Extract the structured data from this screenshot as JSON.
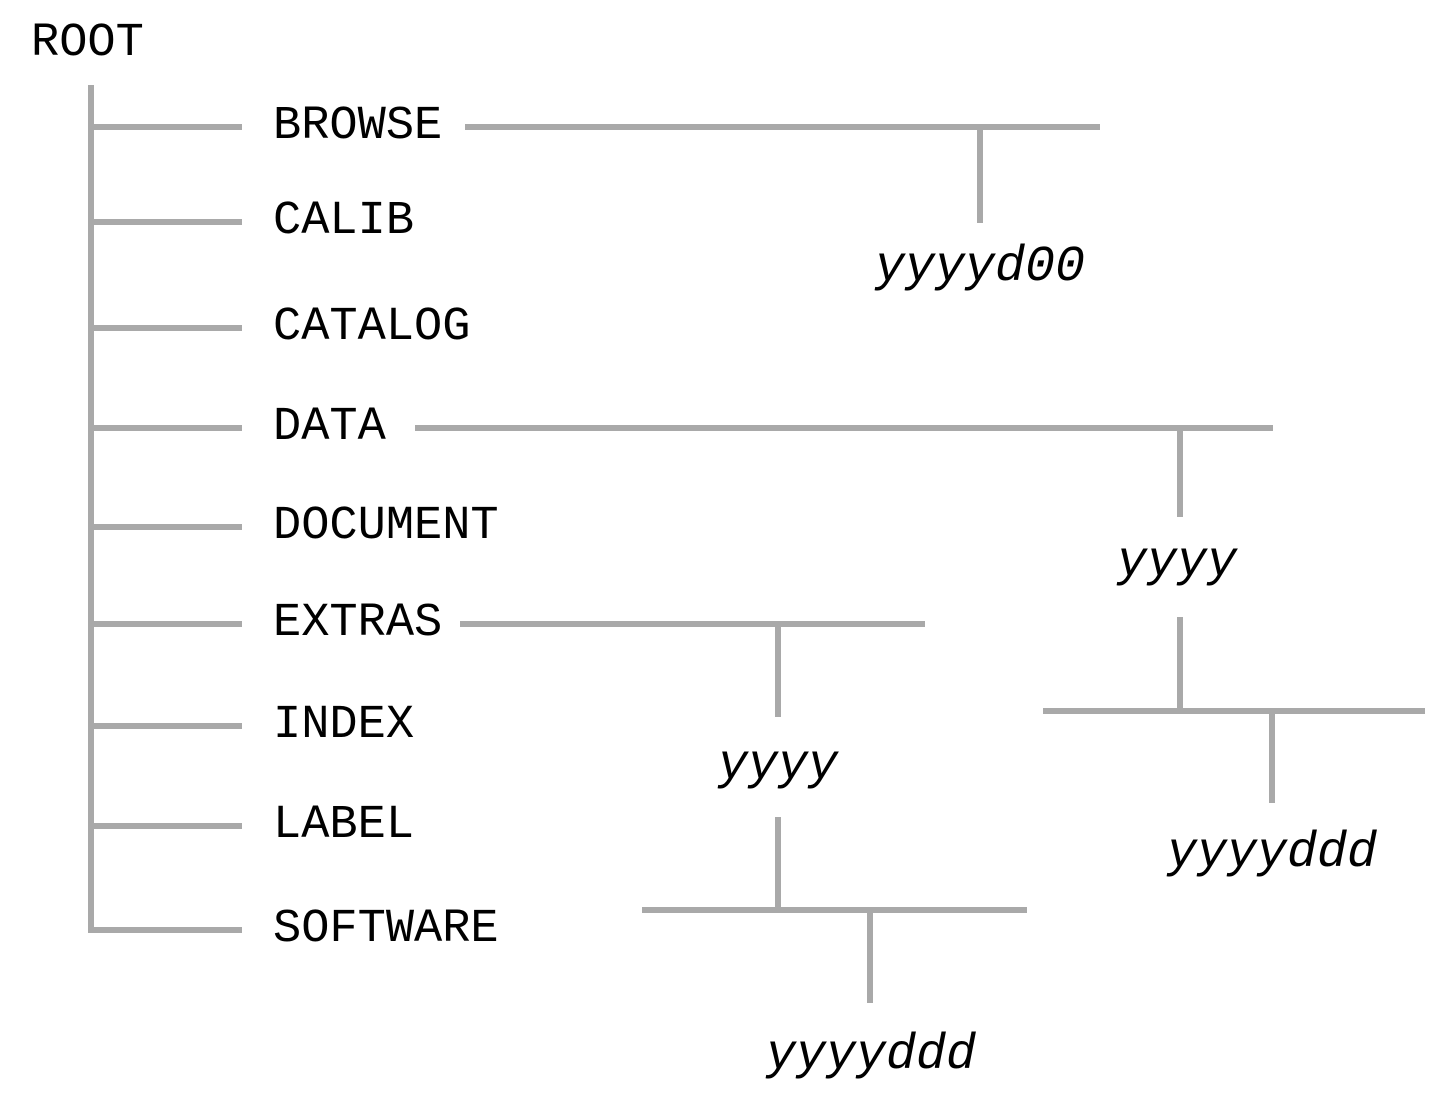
{
  "tree": {
    "root": "ROOT",
    "children": [
      {
        "name": "BROWSE",
        "child": {
          "name": "yyyyd00"
        }
      },
      {
        "name": "CALIB"
      },
      {
        "name": "CATALOG"
      },
      {
        "name": "DATA",
        "child": {
          "name": "yyyy",
          "child": {
            "name": "yyyyddd"
          }
        }
      },
      {
        "name": "DOCUMENT"
      },
      {
        "name": "EXTRAS",
        "child": {
          "name": "yyyy",
          "child": {
            "name": "yyyyddd"
          }
        }
      },
      {
        "name": "INDEX"
      },
      {
        "name": "LABEL"
      },
      {
        "name": "SOFTWARE"
      }
    ]
  },
  "colors": {
    "line": "#a9a9a9",
    "text": "#000000",
    "background": "#ffffff"
  }
}
